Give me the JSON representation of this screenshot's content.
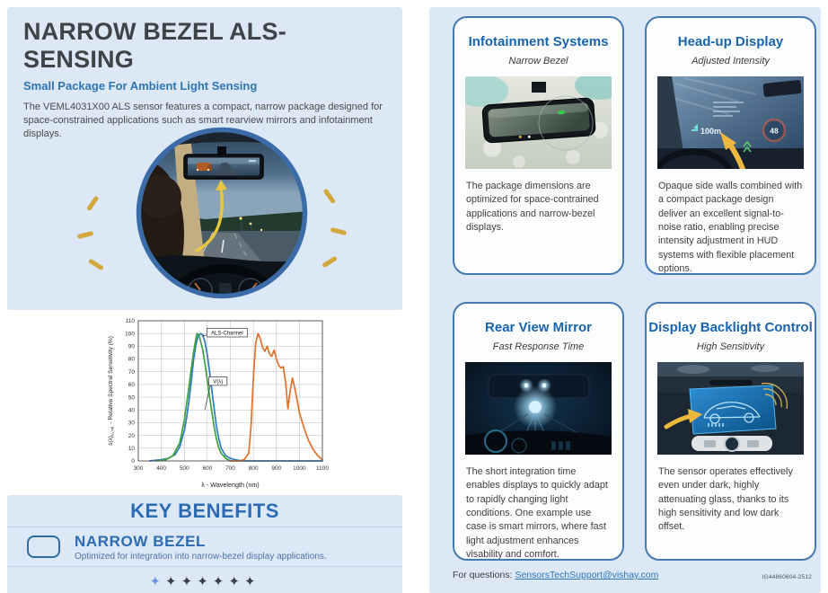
{
  "page": {
    "background": "#ffffff",
    "panel_background": "#dce8f6",
    "accent_blue": "#2e75b6",
    "card_border": "#4479b2"
  },
  "left": {
    "title": "NARROW BEZEL ALS-SENSING",
    "subtitle": "Small Package For Ambient Light Sensing",
    "intro": "The VEML4031X00 ALS sensor features a compact, narrow package designed for space-constrained applications such as smart rearview mirrors and infotainment displays.",
    "hero_image": "driver-view-with-smart-rearview-mirror",
    "key_benefits": {
      "heading": "KEY BENEFITS",
      "items": [
        {
          "icon": "narrow-bezel-outline-icon",
          "title": "NARROW BEZEL",
          "description": "Optimized for integration into narrow-bezel display applications."
        }
      ],
      "pager_dots": {
        "symbol": "✦",
        "count": 7,
        "active_index": 0,
        "active_color": "#6f97e0",
        "inactive_color": "#3a414d"
      }
    }
  },
  "chart_data": {
    "type": "line",
    "title": "",
    "xlabel": "λ - Wavelength (nm)",
    "ylabel": "s(λ)e, rel. - Relative Spectral Sensitivity (%)",
    "ylabel_parts": {
      "pre": "s(λ)",
      "sub": "e, rel.",
      "post": " - Relative Spectral Sensitivity (%)"
    },
    "xlim": [
      300,
      1100
    ],
    "ylim": [
      0,
      110
    ],
    "xticks": [
      300,
      400,
      500,
      600,
      700,
      800,
      900,
      1000,
      1100
    ],
    "yticks": [
      0,
      10,
      20,
      30,
      40,
      50,
      60,
      70,
      80,
      90,
      100,
      110
    ],
    "grid": true,
    "legend": "none",
    "annotations": [
      {
        "text": "ALS-Channel",
        "box_x": 598,
        "box_y": 104,
        "tip_x": 576,
        "tip_y": 98
      },
      {
        "text": "V(λ)",
        "box_x": 607,
        "box_y": 66,
        "tip_x": 589,
        "tip_y": 40
      }
    ],
    "series": [
      {
        "name": "ALS-Channel",
        "color": "#2f7ac2",
        "x": [
          350,
          400,
          430,
          460,
          480,
          500,
          510,
          520,
          530,
          540,
          550,
          560,
          570,
          580,
          590,
          600,
          610,
          620,
          630,
          640,
          650,
          660,
          680,
          700,
          720,
          750,
          800,
          900,
          1000,
          1100
        ],
        "y": [
          0,
          1,
          2,
          5,
          11,
          24,
          34,
          47,
          62,
          79,
          91,
          98,
          100,
          99,
          93,
          83,
          70,
          55,
          40,
          27,
          17,
          10,
          4,
          2,
          1,
          0,
          0,
          0,
          0,
          0
        ]
      },
      {
        "name": "V(λ)",
        "color": "#3fa33c",
        "x": [
          380,
          420,
          450,
          480,
          500,
          510,
          520,
          530,
          540,
          550,
          555,
          565,
          580,
          590,
          600,
          610,
          620,
          630,
          640,
          650,
          660,
          680,
          700
        ],
        "y": [
          0,
          1,
          4,
          14,
          32,
          45,
          58,
          72,
          85,
          96,
          100,
          98,
          87,
          76,
          63,
          50,
          38,
          26,
          17,
          10,
          6,
          2,
          0
        ]
      },
      {
        "name": "",
        "color": "#e2702a",
        "x": [
          700,
          740,
          760,
          780,
          790,
          800,
          810,
          820,
          830,
          840,
          850,
          860,
          870,
          880,
          890,
          900,
          910,
          920,
          930,
          940,
          950,
          960,
          970,
          980,
          990,
          1000,
          1020,
          1040,
          1060,
          1080,
          1100
        ],
        "y": [
          0,
          0,
          1,
          6,
          28,
          65,
          92,
          100,
          96,
          89,
          86,
          90,
          84,
          82,
          87,
          80,
          75,
          73,
          74,
          62,
          41,
          55,
          65,
          57,
          48,
          38,
          26,
          16,
          9,
          4,
          1
        ]
      }
    ]
  },
  "cards": [
    {
      "title": "Infotainment Systems",
      "subtitle": "Narrow Bezel",
      "image": "rearview-mirror-photo",
      "body": "The package dimensions are optimized for space-contrained applications and narrow-bezel displays."
    },
    {
      "title": "Head-up Display",
      "subtitle": "Adjusted Intensity",
      "image": "head-up-display-photo",
      "image_labels": {
        "distance": "100m",
        "speed": "48"
      },
      "body": "Opaque side walls combined with a compact package design deliver an excellent signal-to-noise ratio, enabling precise intensity adjustment in HUD systems with flexible placement options."
    },
    {
      "title": "Rear View Mirror",
      "subtitle": "Fast Response Time",
      "image": "night-rearview-mirror-photo",
      "body": "The short integration time enables displays to quickly adapt to rapidly changing light conditions. One example use case is smart mirrors, where fast light adjustment enhances visability and comfort."
    },
    {
      "title": "Display Backlight Control",
      "subtitle": "High Sensitivity",
      "image": "dashboard-display-photo",
      "body": "The sensor operates effectively even under dark, highly attenuating glass, thanks to its high sensitivity and low dark offset."
    }
  ],
  "footer": {
    "question_label": "For questions:",
    "email": "SensorsTechSupport@vishay.com",
    "doc_number": "IG44860604-2512"
  }
}
